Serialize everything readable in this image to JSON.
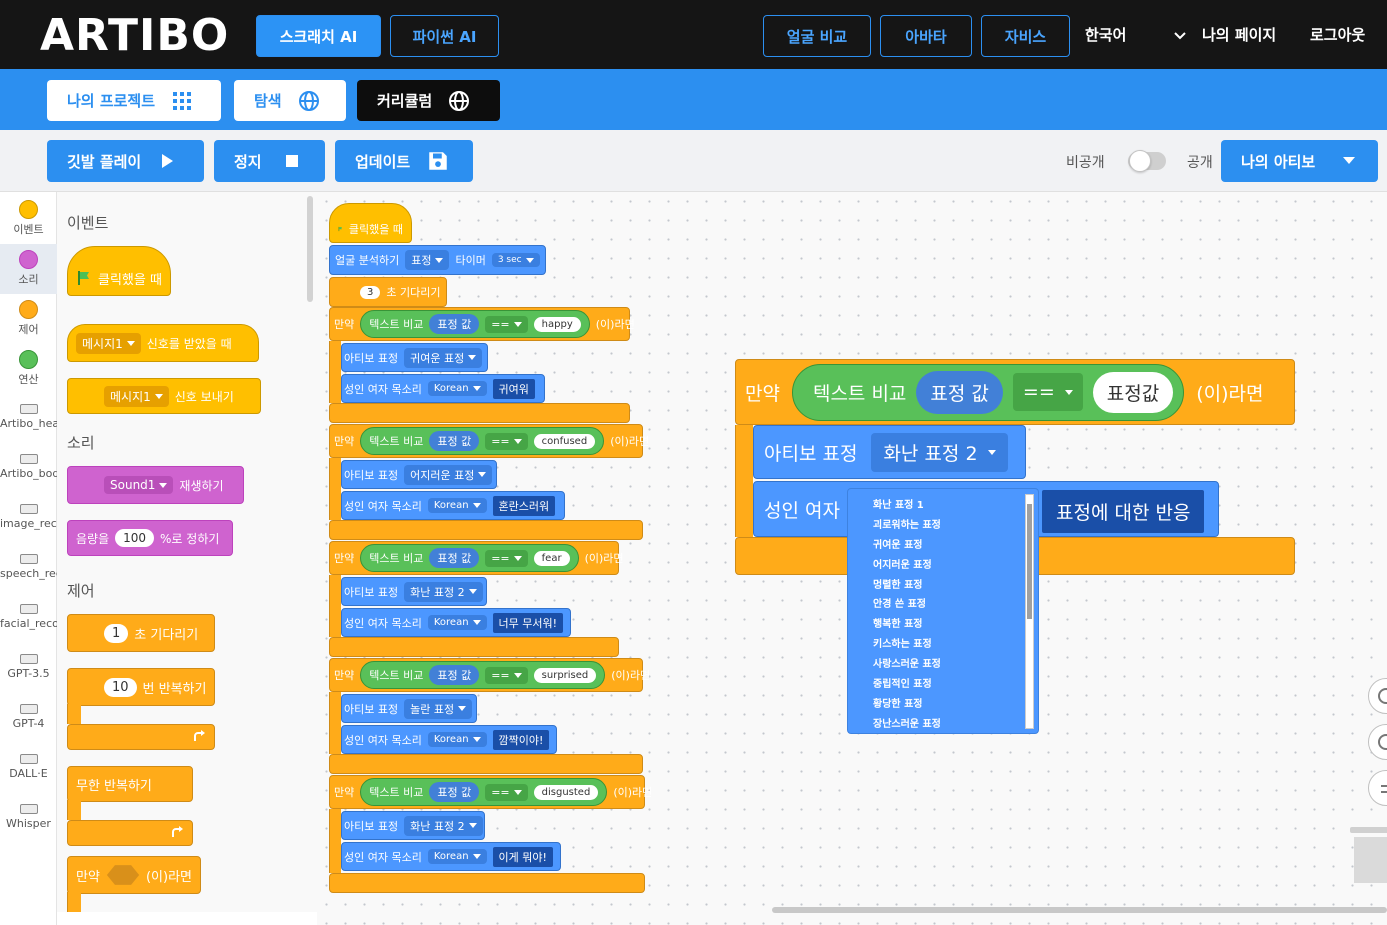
{
  "brand": "ARTIBO",
  "nav": {
    "scratch_ai": "스크래치 AI",
    "python_ai": "파이썬 AI",
    "face_compare": "얼굴 비교",
    "avatar": "아바타",
    "jarvis": "자비스",
    "language": "한국어",
    "my_page": "나의 페이지",
    "logout": "로그아웃"
  },
  "subnav": {
    "my_projects": "나의 프로젝트",
    "explore": "탐색",
    "curriculum": "커리큘럼"
  },
  "toolbar": {
    "play": "깃발 플레이",
    "stop": "정지",
    "update": "업데이트",
    "private_label": "비공개",
    "public_label": "공개",
    "my_artibo": "나의 아티보"
  },
  "categories": [
    {
      "label": "이벤트",
      "color": "#ffbf00"
    },
    {
      "label": "소리",
      "color": "#cf63cf"
    },
    {
      "label": "제어",
      "color": "#ffab19"
    },
    {
      "label": "연산",
      "color": "#59c059"
    },
    {
      "label": "Artibo_head"
    },
    {
      "label": "Artibo_body"
    },
    {
      "label": "image_recog"
    },
    {
      "label": "speech_recog"
    },
    {
      "label": "facial_recog"
    },
    {
      "label": "GPT-3.5"
    },
    {
      "label": "GPT-4"
    },
    {
      "label": "DALL·E"
    },
    {
      "label": "Whisper"
    }
  ],
  "palette": {
    "events_title": "이벤트",
    "when_clicked": "클릭했을 때",
    "message1": "메시지1",
    "when_receive": "신호를 받았을 때",
    "broadcast": "신호 보내기",
    "sound_title": "소리",
    "sound1": "Sound1",
    "play": "재생하기",
    "volume_prefix": "음량을",
    "volume_value": "100",
    "volume_suffix": "%로 정하기",
    "control_title": "제어",
    "wait_value": "1",
    "wait_suffix": "초 기다리기",
    "repeat_value": "10",
    "repeat_suffix": "번 반복하기",
    "forever": "무한 반복하기",
    "if_prefix": "만약",
    "if_suffix": "(이)라면"
  },
  "script": {
    "hat": "클릭했을 때",
    "face_analyze": "얼굴 분석하기",
    "face_mode": "표정",
    "timer_label": "타이머",
    "timer_value": "3 sec",
    "wait_value": "3",
    "wait_label": "초 기다리기",
    "if_label": "만약",
    "then_label": "(이)라면",
    "text_compare": "텍스트 비교",
    "expr_value": "표정 값",
    "op": "==",
    "artibo_expr": "아티보 표정",
    "voice_label": "성인 여자 목소리",
    "voice_lang": "Korean",
    "branches": [
      {
        "cond": "happy",
        "expr": "귀여운 표정",
        "say": "귀여워"
      },
      {
        "cond": "confused",
        "expr": "어지러운 표정",
        "say": "혼란스러워"
      },
      {
        "cond": "fear",
        "expr": "화난 표정 2",
        "say": "너무 무서워!"
      },
      {
        "cond": "surprised",
        "expr": "놀란 표정",
        "say": "깜짝이야!"
      },
      {
        "cond": "disgusted",
        "expr": "화난 표정 2",
        "say": "이게 뭐야!"
      }
    ]
  },
  "big_block": {
    "if_label": "만약",
    "compare": "텍스트 비교",
    "expr_value": "표정 값",
    "op": "==",
    "compare_to": "표정값",
    "then_label": "(이)라면",
    "artibo_expr": "아티보 표정",
    "expr_selected": "화난 표정 2",
    "voice_prefix": "성인 여자",
    "reaction": "표정에 대한 반응"
  },
  "dropdown_items": [
    "화난 표정 1",
    "괴로워하는 표정",
    "귀여운 표정",
    "어지러운 표정",
    "멍렬한 표정",
    "안경 쓴 표정",
    "행복한 표정",
    "키스하는 표정",
    "사랑스러운 표정",
    "중립적인 표정",
    "황당한 표정",
    "장난스러운 표정"
  ]
}
